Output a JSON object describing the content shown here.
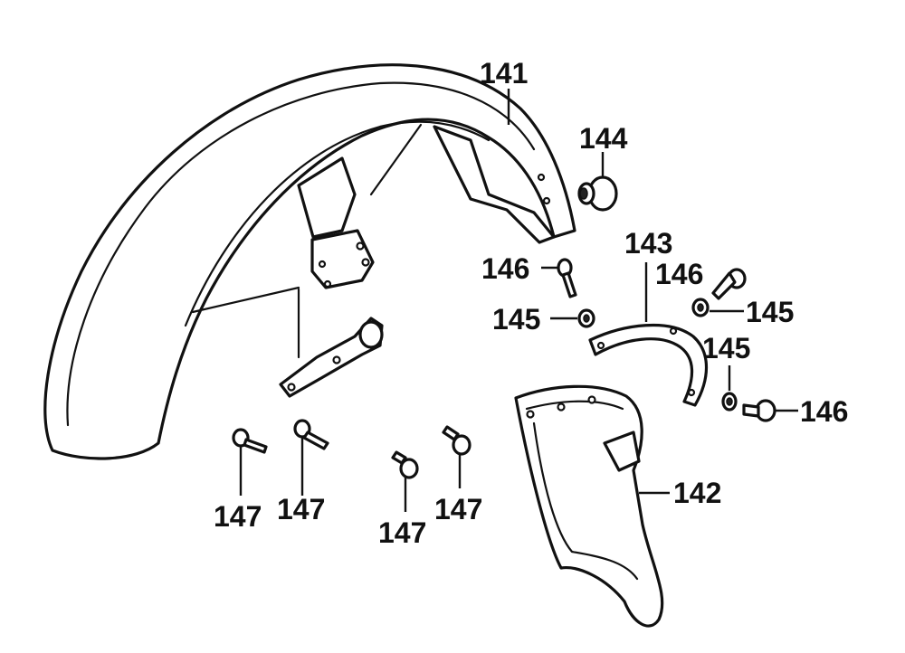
{
  "callouts": {
    "p141": "141",
    "p142": "142",
    "p143": "143",
    "p144": "144",
    "p145a": "145",
    "p145b": "145",
    "p145c": "145",
    "p146a": "146",
    "p146b": "146",
    "p146c": "146",
    "p147a": "147",
    "p147b": "147",
    "p147c": "147",
    "p147d": "147"
  }
}
